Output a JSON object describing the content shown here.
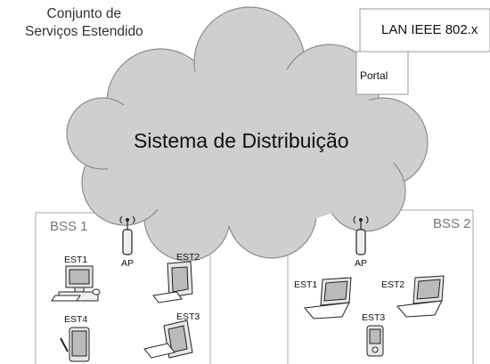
{
  "ess": {
    "line1": "Conjunto de",
    "line2": "Serviços Estendido"
  },
  "distribution_system": "Sistema de Distribuição",
  "lan": "LAN IEEE 802.x",
  "portal": "Portal",
  "bss1": {
    "label": "BSS 1",
    "ap": "AP",
    "stations": {
      "est1": "EST1",
      "est2": "EST2",
      "est3": "EST3",
      "est4": "EST4"
    }
  },
  "bss2": {
    "label": "BSS 2",
    "ap": "AP",
    "stations": {
      "est1": "EST1",
      "est2": "EST2",
      "est3": "EST3"
    }
  },
  "colors": {
    "cloud_fill": "#cfcfcf",
    "box_border": "#999999",
    "bss_bg": "#ffffff"
  }
}
